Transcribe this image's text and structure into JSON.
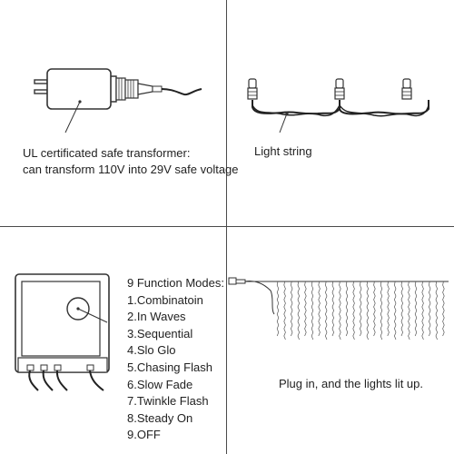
{
  "transformer": {
    "caption_line1": "UL certificated safe transformer:",
    "caption_line2": "can transform 110V into 29V safe voltage"
  },
  "light_string": {
    "caption": "Light string"
  },
  "controller": {
    "modes_title": "9 Function Modes:",
    "modes": [
      "1.Combinatoin",
      "2.In Waves",
      "3.Sequential",
      "4.Slo Glo",
      "5.Chasing Flash",
      "6.Slow Fade",
      "7.Twinkle Flash",
      "8.Steady On",
      "9.OFF"
    ]
  },
  "curtain": {
    "caption": "Plug in, and the lights lit up."
  }
}
